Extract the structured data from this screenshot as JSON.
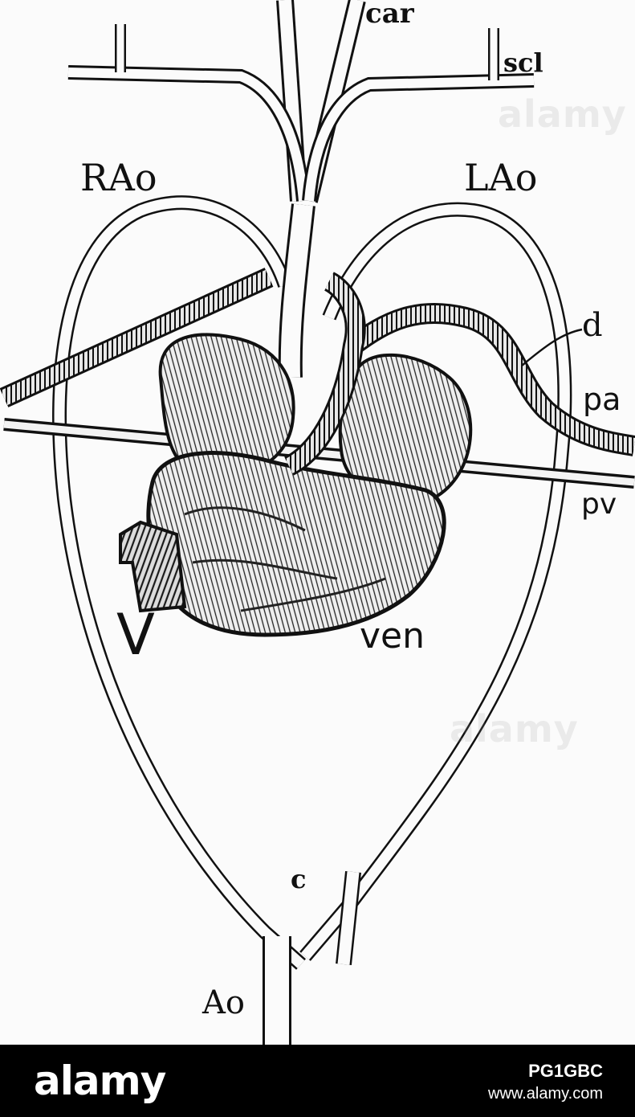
{
  "labels": {
    "car": "car",
    "scl": "scl",
    "rao": "RAo",
    "lao": "LAo",
    "d": "d",
    "pa": "pa",
    "pv": "pv",
    "v": "V",
    "ven": "ven",
    "c": "c",
    "ao": "Ao"
  },
  "watermark": {
    "text": "alamy"
  },
  "footer": {
    "brand": "alamy",
    "image_code": "PG1GBC",
    "url": "www.alamy.com"
  },
  "colors": {
    "ink": "#111111",
    "paper": "#fbfbfb",
    "footer_bg": "#000000",
    "footer_text": "#ffffff"
  }
}
